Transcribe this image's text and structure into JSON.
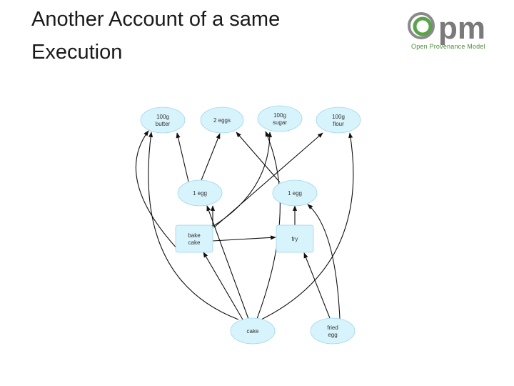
{
  "slide": {
    "title": "Another Account of a same\nExecution"
  },
  "logo": {
    "letters": "pm",
    "caption": "Open Provenance Model",
    "colors": {
      "green": "#5aa34a",
      "gray": "#7a7a7a"
    }
  },
  "diagram": {
    "nodes": [
      {
        "id": "butter",
        "shape": "ellipse",
        "lines": [
          "100g",
          "butter"
        ]
      },
      {
        "id": "eggs2",
        "shape": "ellipse",
        "lines": [
          "2 eggs"
        ]
      },
      {
        "id": "sugar",
        "shape": "ellipse",
        "lines": [
          "100g",
          "sugar"
        ]
      },
      {
        "id": "flour",
        "shape": "ellipse",
        "lines": [
          "100g",
          "flour"
        ]
      },
      {
        "id": "egg1a",
        "shape": "ellipse",
        "lines": [
          "1 egg"
        ]
      },
      {
        "id": "egg1b",
        "shape": "ellipse",
        "lines": [
          "1 egg"
        ]
      },
      {
        "id": "bake",
        "shape": "box",
        "lines": [
          "bake",
          "cake"
        ]
      },
      {
        "id": "fry",
        "shape": "box",
        "lines": [
          "fry"
        ]
      },
      {
        "id": "cake",
        "shape": "ellipse",
        "lines": [
          "cake"
        ]
      },
      {
        "id": "friedegg",
        "shape": "ellipse",
        "lines": [
          "fried",
          "egg"
        ]
      }
    ],
    "edges": [
      {
        "from": "egg1a",
        "to": "eggs2"
      },
      {
        "from": "egg1b",
        "to": "eggs2"
      },
      {
        "from": "egg1a",
        "to": "butter"
      },
      {
        "from": "bake",
        "to": "egg1a"
      },
      {
        "from": "bake",
        "to": "butter"
      },
      {
        "from": "bake",
        "to": "sugar"
      },
      {
        "from": "bake",
        "to": "flour"
      },
      {
        "from": "bake",
        "to": "fry"
      },
      {
        "from": "fry",
        "to": "egg1b"
      },
      {
        "from": "cake",
        "to": "bake"
      },
      {
        "from": "cake",
        "to": "egg1a"
      },
      {
        "from": "cake",
        "to": "butter"
      },
      {
        "from": "cake",
        "to": "sugar"
      },
      {
        "from": "cake",
        "to": "flour"
      },
      {
        "from": "friedegg",
        "to": "fry"
      },
      {
        "from": "friedegg",
        "to": "egg1b"
      }
    ],
    "colors": {
      "fill": "#d7f3fb",
      "stroke": "#9fd8ea",
      "edge": "#111111"
    }
  }
}
